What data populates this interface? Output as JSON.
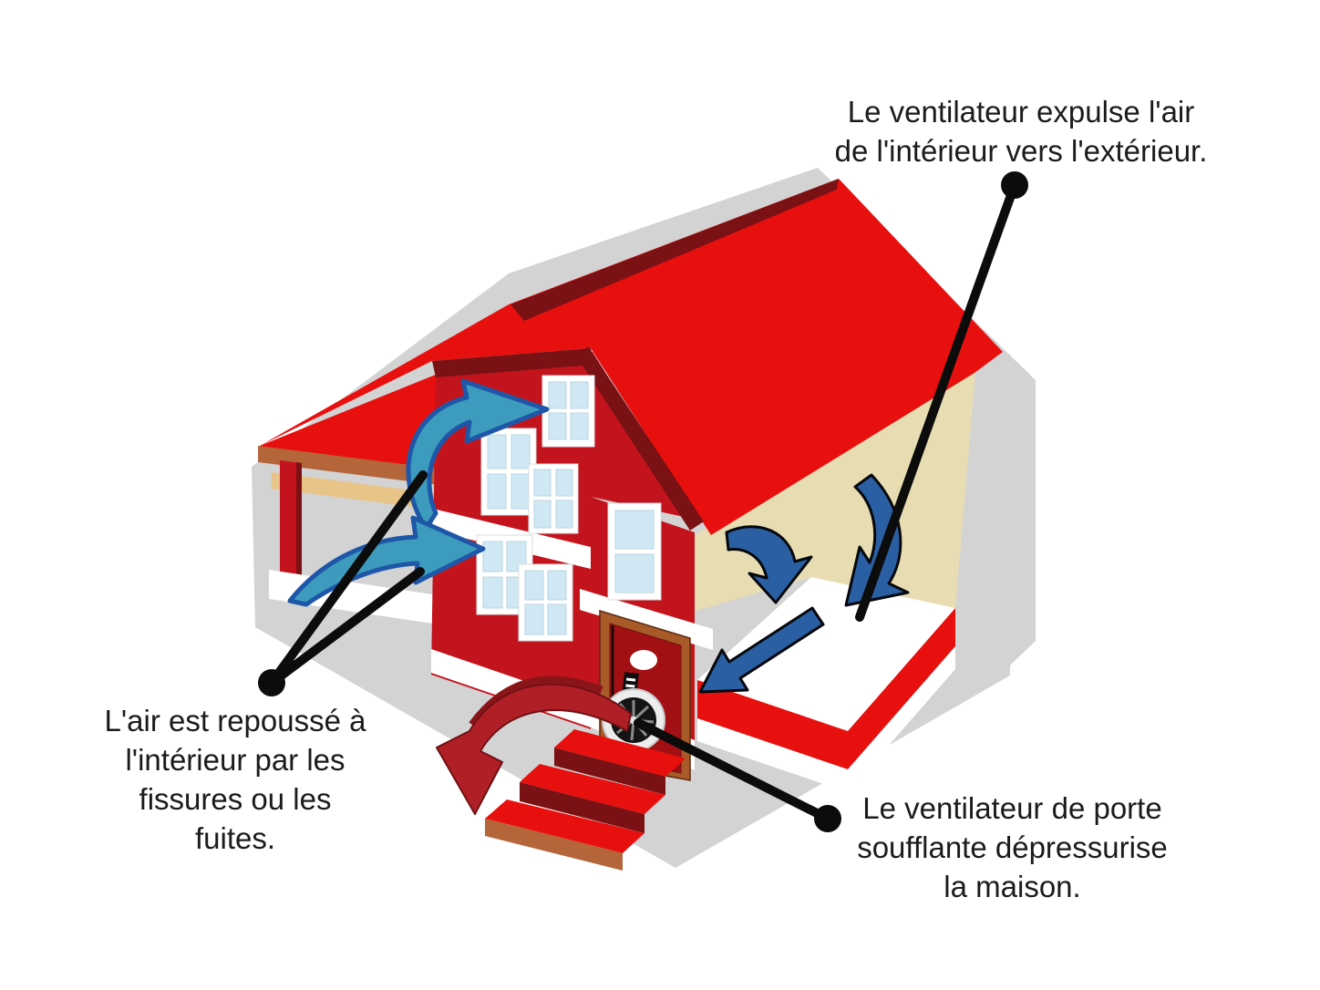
{
  "diagram": {
    "subject": "blower-door-test-house-illustration",
    "language": "fr",
    "background_color": "#ffffff"
  },
  "colors": {
    "silhouette": "#d3d3d3",
    "roof_red": "#e8100f",
    "wall_red": "#c3141d",
    "dark_eave": "#7a1114",
    "interior_wall_tan": "#e8ddb2",
    "porch_fascia": "#b5653a",
    "porch_beam": "#e9c489",
    "window_glass": "#cfe8f4",
    "door_frame": "#a85a28",
    "door_red": "#a31014",
    "inflow_arrow": "#3d9cbe",
    "inflow_arrow_border": "#1f57a8",
    "interior_arrow": "#2b5fa3",
    "exhaust_arrow": "#b11f26",
    "callout": "#0c0c0c",
    "text": "#1b1b1b"
  },
  "annotations": [
    {
      "id": "fan-exhaust-label",
      "lines": [
        "Le ventilateur expulse l'air",
        "de l'intérieur vers l'extérieur."
      ],
      "points_to": "interior of house through roof cutaway"
    },
    {
      "id": "air-pushed-in-label",
      "lines": [
        "L'air est repoussé à",
        "l'intérieur par les",
        "fissures ou les",
        "fuites."
      ],
      "points_to": "porch eave and wall cracks"
    },
    {
      "id": "blower-door-label",
      "lines": [
        "Le ventilateur de porte",
        "soufflante dépressurise",
        "la maison."
      ],
      "points_to": "fan mounted in front door"
    }
  ],
  "arrows": [
    {
      "name": "air-in-upper-arrow",
      "meaning": "outside air leaking in toward attic window",
      "color": "teal"
    },
    {
      "name": "air-in-lower-arrow",
      "meaning": "outside air leaking in through wall",
      "color": "teal"
    },
    {
      "name": "interior-curl-arrow",
      "meaning": "air circulating down inside",
      "color": "dark-blue"
    },
    {
      "name": "interior-down-arrow",
      "meaning": "air pulled down inside",
      "color": "dark-blue"
    },
    {
      "name": "interior-floor-arrow",
      "meaning": "air moving across floor toward door",
      "color": "dark-blue"
    },
    {
      "name": "exhaust-arrow",
      "meaning": "air expelled outside by door fan",
      "color": "dark-red"
    }
  ]
}
